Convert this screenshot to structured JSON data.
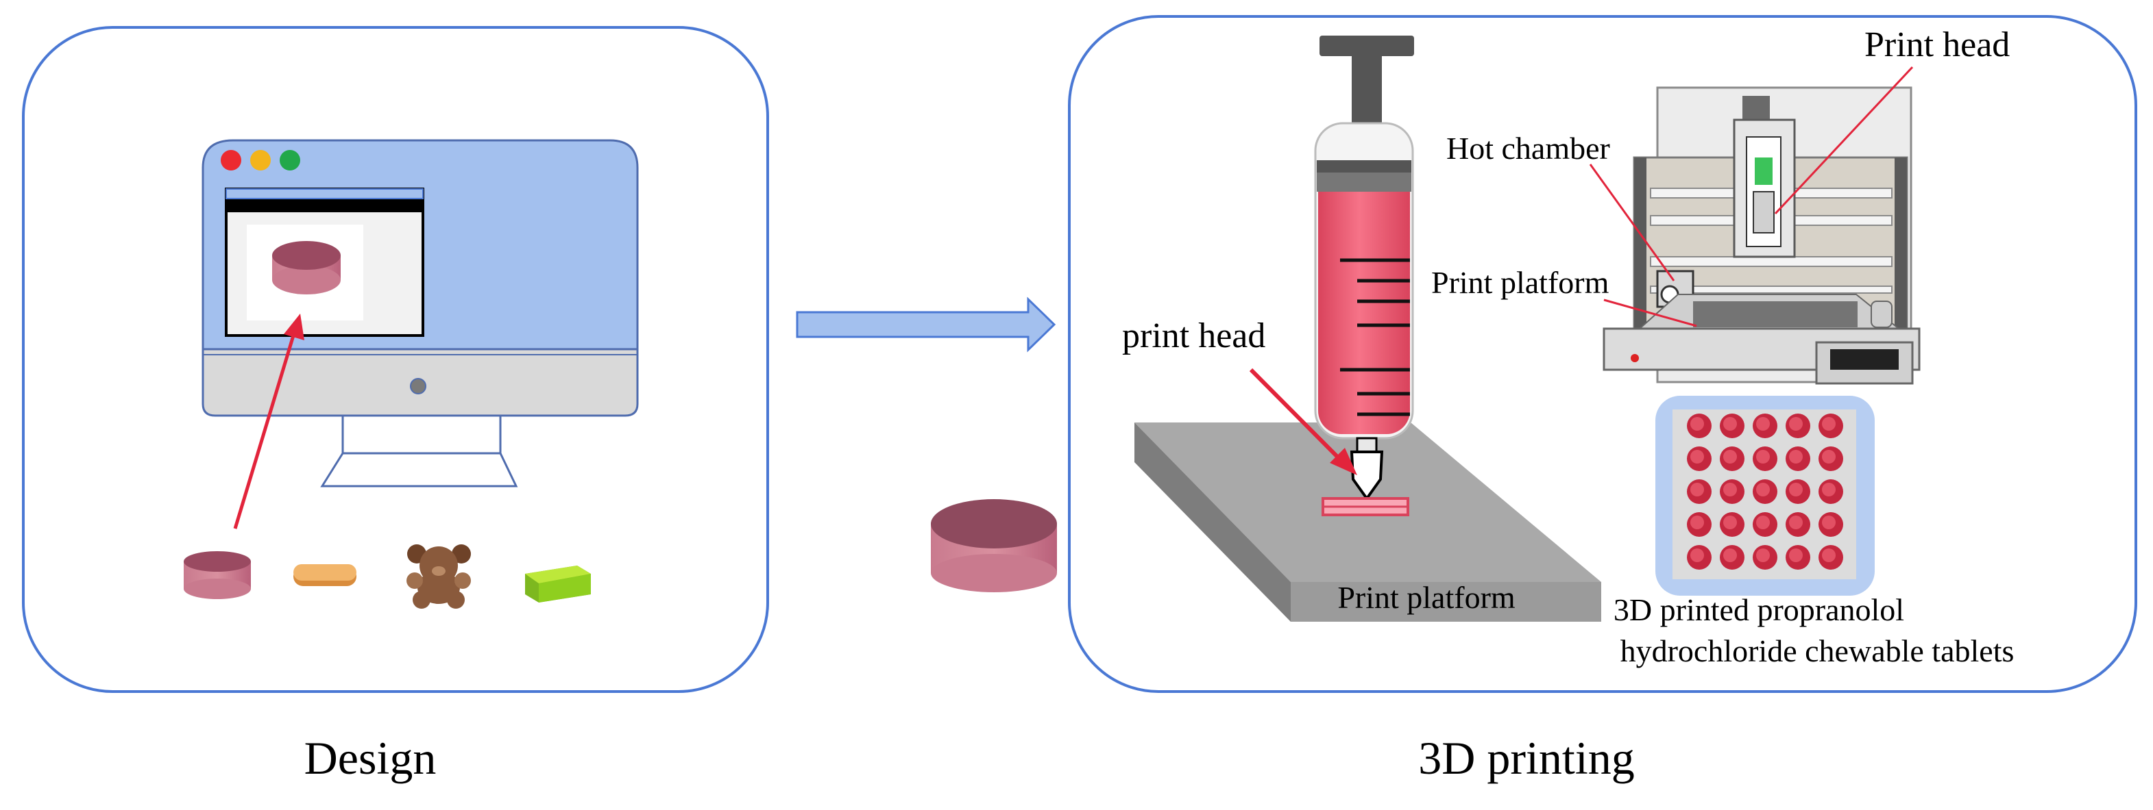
{
  "panels": {
    "design": {
      "caption": "Design"
    },
    "printing": {
      "caption": "3D printing"
    }
  },
  "labels": {
    "print_head_syringe": "print head",
    "print_platform_base": "Print platform",
    "print_head_printer": "Print head",
    "hot_chamber": "Hot chamber",
    "print_platform_printer": "Print platform",
    "tablets_line1": "3D printed propranolol",
    "tablets_line2": "hydrochloride chewable tablets"
  },
  "colors": {
    "panel_border": "#4a78d4",
    "screen_blue": "#a3c0ee",
    "tablet_pink": "#b65a74",
    "syringe_red": "#ef5a72",
    "annotation_red": "#e2243b",
    "arrow_fill": "#a3c0ee"
  }
}
